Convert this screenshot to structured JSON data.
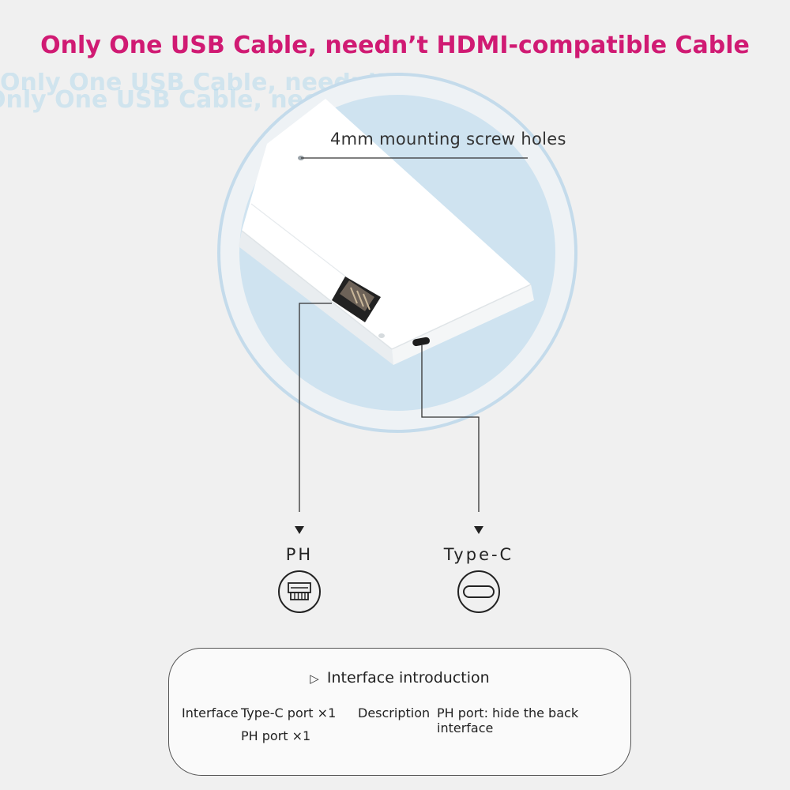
{
  "headline": {
    "text": "Only One USB Cable, needn’t HDMI-compatible Cable",
    "color": "#d01a73"
  },
  "overlay_ghost_text": {
    "text": "Only One USB Cable, needn’t H"
  },
  "callouts": {
    "screw_holes": "4mm mounting screw holes",
    "ph_port": "PH",
    "type_c_port": "Type-C"
  },
  "icons": {
    "ph": "ph-connector-icon",
    "type_c": "type-c-port-icon",
    "pointer": "triangle-down-icon",
    "bullet": "triangle-right-icon"
  },
  "interface_box": {
    "title": "Interface introduction",
    "interface_label": "Interface",
    "interface_items": [
      "Type-C port ×1",
      "PH port ×1"
    ],
    "description_label": "Description",
    "description_text": "PH port: hide the back interface"
  },
  "colors": {
    "circle_fill": "#cfe3f0",
    "circle_ring": "#c4dbeb",
    "device_body": "#ffffff"
  }
}
